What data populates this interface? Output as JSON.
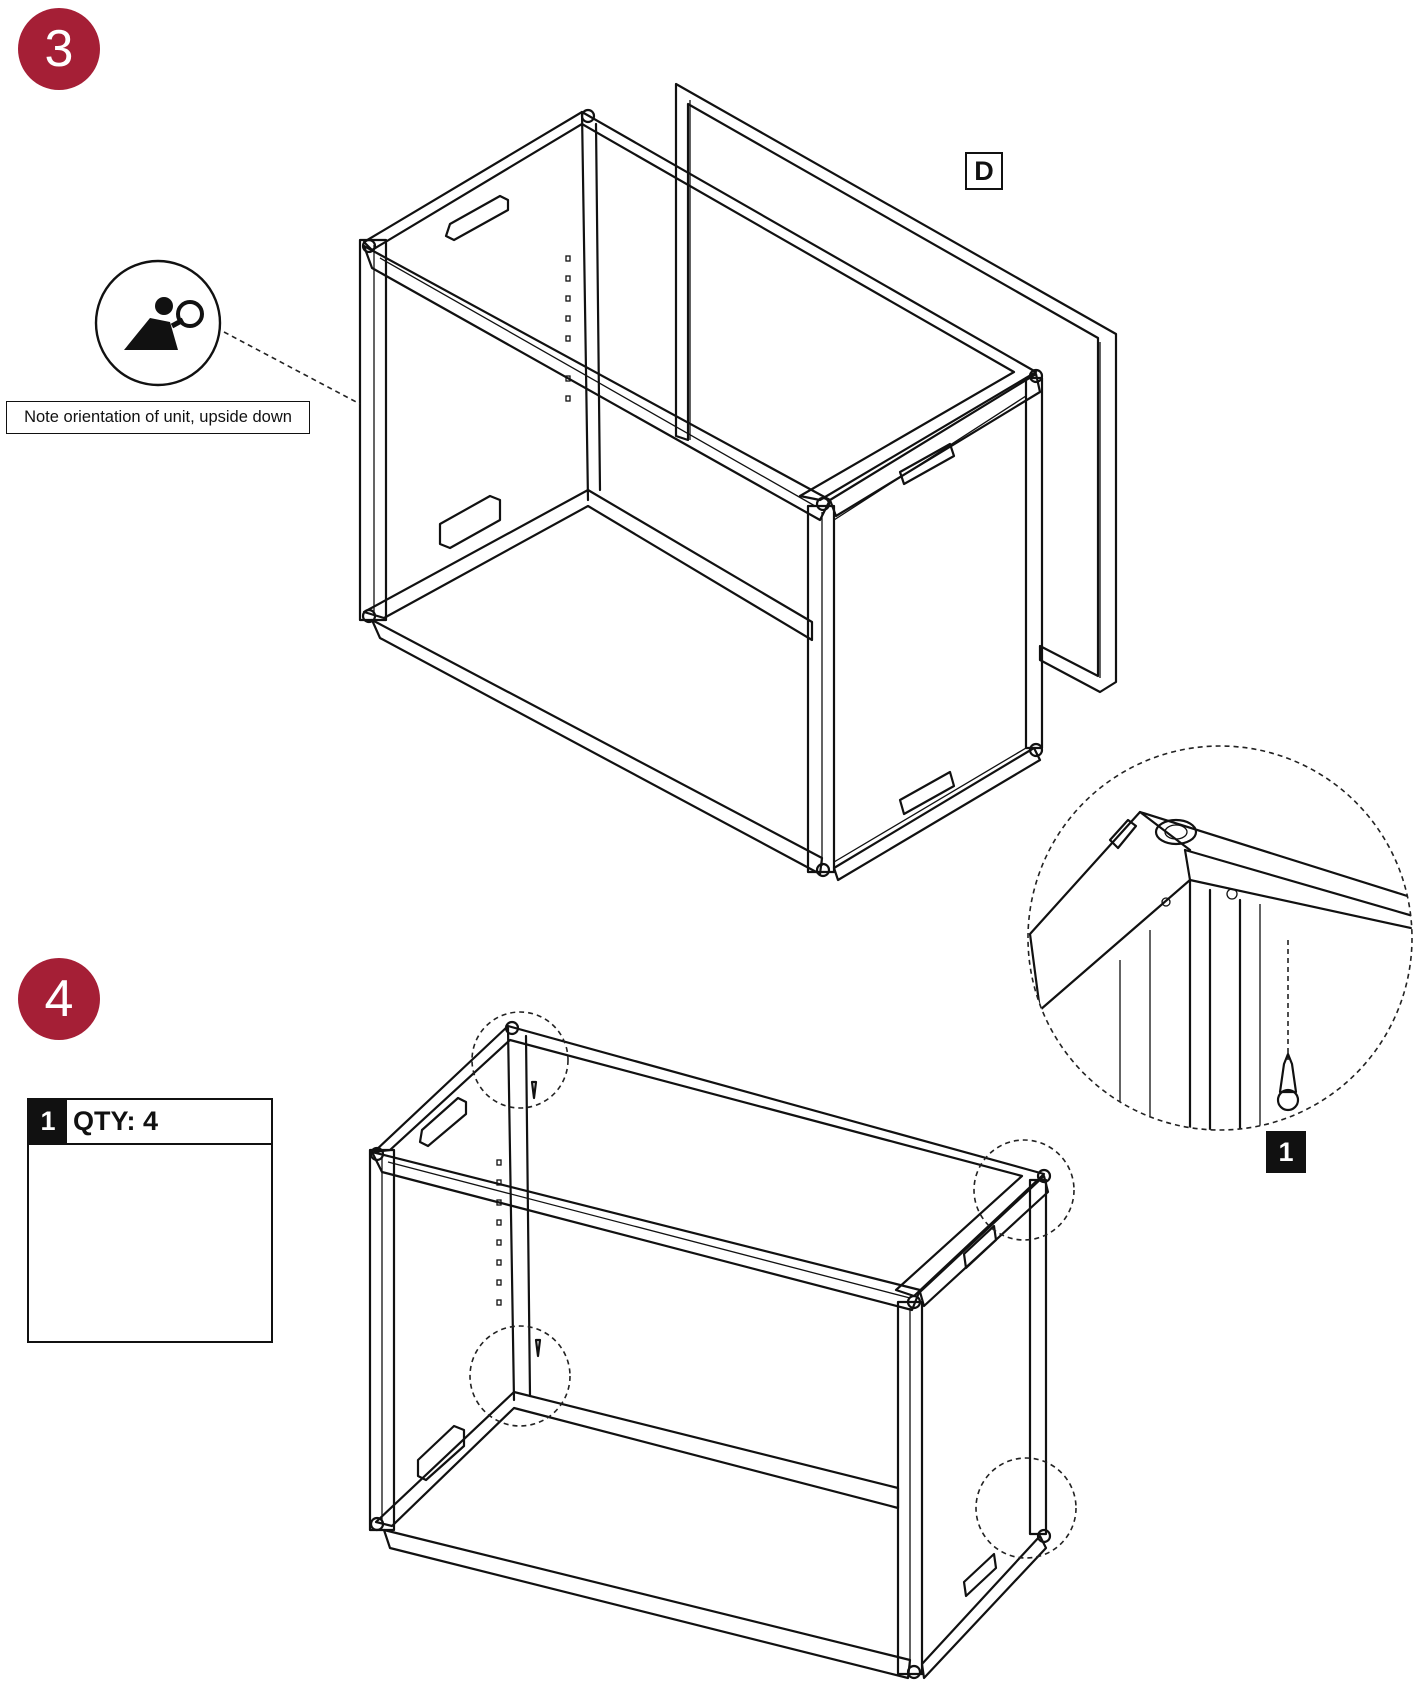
{
  "steps": {
    "step3": "3",
    "step4": "4"
  },
  "note": {
    "text": "Note orientation of unit, upside down",
    "icon": "magnifier-inspect-icon"
  },
  "part_label": "D",
  "hardware": {
    "part_number": "1",
    "qty_text": "QTY: 4",
    "icon": "screw-icon"
  },
  "detail_screw_label": "1",
  "colors": {
    "step_badge": "#a51f36",
    "line": "#111111"
  }
}
